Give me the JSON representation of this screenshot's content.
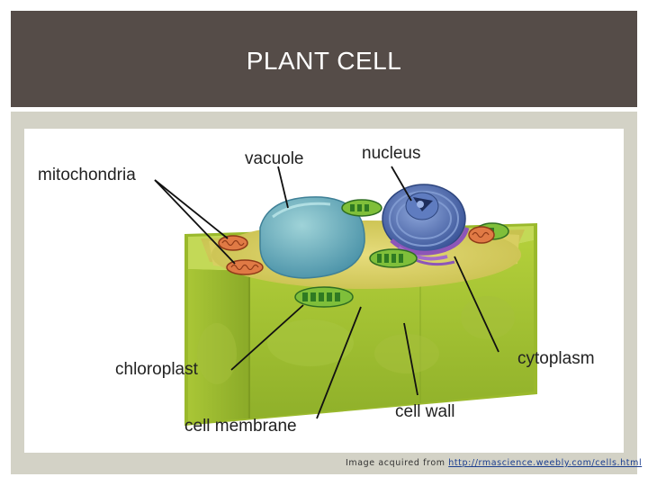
{
  "slide": {
    "title": "PLANT CELL"
  },
  "diagram": {
    "labels": {
      "mitochondria": "mitochondria",
      "vacuole": "vacuole",
      "nucleus": "nucleus",
      "chloroplast": "chloroplast",
      "cytoplasm": "cytoplasm",
      "cell_membrane": "cell membrane",
      "cell_wall": "cell wall"
    }
  },
  "credit": {
    "prefix": "Image acquired from",
    "link_text": "http://rmascience.weebly.com/cells.html"
  },
  "colors": {
    "title_bar": "#554c48",
    "frame": "#d3d2c6",
    "cell_wall": "#9cbd2e",
    "cytoplasm": "#d9d068",
    "vacuole": "#5fa8b8",
    "nucleus": "#4f6fb0",
    "chloroplast": "#3c8a2e",
    "mitochondria": "#d9663a"
  }
}
